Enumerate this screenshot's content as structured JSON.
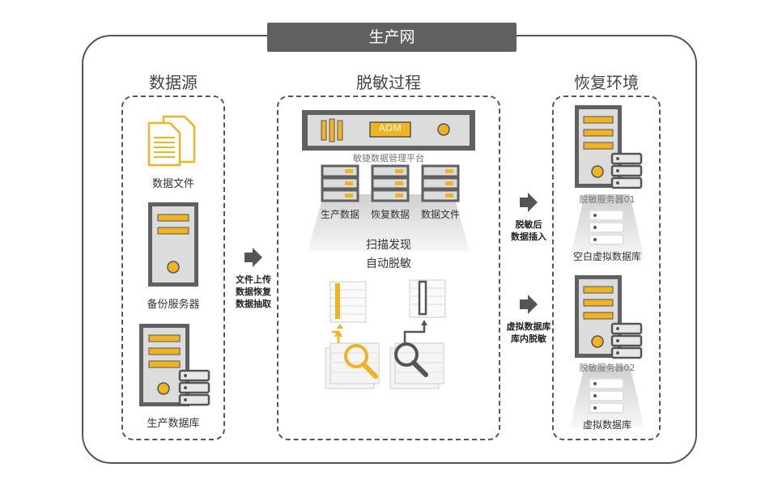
{
  "network": {
    "title": "生产网"
  },
  "sections": {
    "source": {
      "title": "数据源"
    },
    "process": {
      "title": "脱敏过程"
    },
    "restore": {
      "title": "恢复环境"
    }
  },
  "source": {
    "file_label": "数据文件",
    "backup_server_label": "备份服务器",
    "prod_db_label": "生产数据库"
  },
  "arrows": {
    "to_process": [
      "文件上传",
      "数据恢复",
      "数据抽取"
    ],
    "to_restore_1": [
      "脱敏后",
      "数据插入"
    ],
    "to_restore_2": [
      "虚拟数据库",
      "库内脱敏"
    ]
  },
  "process": {
    "adm_label": "ADM",
    "platform_label": "敏捷数据管理平台",
    "prod_data_label": "生产数据",
    "restore_data_label": "恢复数据",
    "data_file_label": "数据文件",
    "scan_label": "扫描发现",
    "auto_mask_label": "自动脱敏"
  },
  "restore": {
    "server1_label": "脱敏服务器01",
    "empty_db_label": "空白虚拟数据库",
    "server2_label": "脱敏服务器02",
    "virtual_db_label": "虚拟数据库"
  },
  "colors": {
    "accent": "#f0b323",
    "dark": "#555555",
    "light_gray": "#e6e6e6"
  }
}
